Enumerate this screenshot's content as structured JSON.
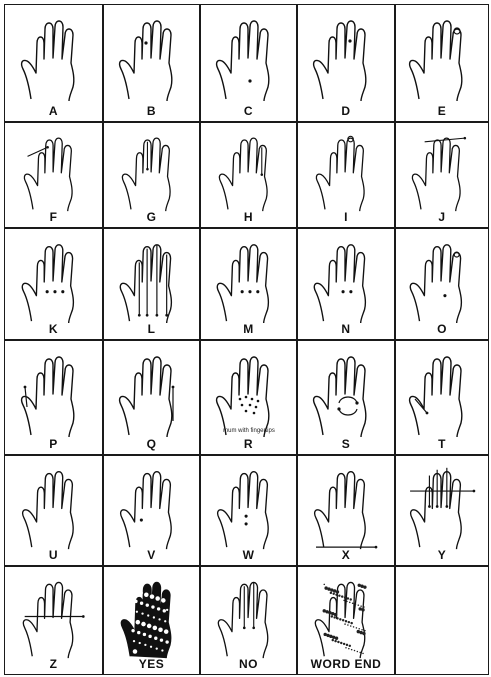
{
  "cells": [
    {
      "label": "A",
      "marks": []
    },
    {
      "label": "B",
      "marks": [
        {
          "t": "dot",
          "pos": "index-mid"
        }
      ]
    },
    {
      "label": "C",
      "marks": [
        {
          "t": "dot",
          "pos": "palm-low"
        }
      ]
    },
    {
      "label": "D",
      "marks": [
        {
          "t": "dot",
          "pos": "middle-mid"
        }
      ]
    },
    {
      "label": "E",
      "marks": [
        {
          "t": "ring",
          "pos": "ring-tip"
        }
      ]
    },
    {
      "label": "F",
      "marks": [
        {
          "t": "arrow",
          "pos": "dash-over-fingers"
        }
      ]
    },
    {
      "label": "G",
      "marks": [
        {
          "t": "arrow",
          "pos": "index-down"
        }
      ]
    },
    {
      "label": "H",
      "marks": [
        {
          "t": "arrow",
          "pos": "ring-down"
        }
      ]
    },
    {
      "label": "I",
      "marks": [
        {
          "t": "ring",
          "pos": "middle-tip"
        }
      ]
    },
    {
      "label": "J",
      "marks": [
        {
          "t": "arrow",
          "pos": "dash-top"
        }
      ]
    },
    {
      "label": "K",
      "marks": [
        {
          "t": "dots3",
          "pos": "palm-row"
        }
      ]
    },
    {
      "label": "L",
      "marks": [
        {
          "t": "arrow",
          "pos": "long-down-all"
        }
      ]
    },
    {
      "label": "M",
      "marks": [
        {
          "t": "dots3",
          "pos": "palm-row"
        }
      ]
    },
    {
      "label": "N",
      "marks": [
        {
          "t": "dots2",
          "pos": "palm-row"
        }
      ]
    },
    {
      "label": "O",
      "marks": [
        {
          "t": "dot",
          "pos": "palm-center"
        },
        {
          "t": "ring",
          "pos": "pinky-tip"
        }
      ]
    },
    {
      "label": "P",
      "marks": [
        {
          "t": "arrow",
          "pos": "thumb-up"
        }
      ]
    },
    {
      "label": "Q",
      "marks": [
        {
          "t": "arrow",
          "pos": "pinky-up"
        }
      ]
    },
    {
      "label": "R",
      "marks": [
        {
          "t": "dots-many",
          "pos": "palm-cluster"
        }
      ],
      "note": "mum with fingertips"
    },
    {
      "label": "S",
      "marks": [
        {
          "t": "circle-arrows",
          "pos": "palm"
        }
      ]
    },
    {
      "label": "T",
      "marks": [
        {
          "t": "arrow",
          "pos": "thumb-base"
        }
      ]
    },
    {
      "label": "U",
      "marks": []
    },
    {
      "label": "V",
      "marks": [
        {
          "t": "dot",
          "pos": "palm-left"
        }
      ]
    },
    {
      "label": "W",
      "marks": [
        {
          "t": "dots2",
          "pos": "palm-vertical"
        }
      ]
    },
    {
      "label": "X",
      "marks": [
        {
          "t": "arrow",
          "pos": "wrist-across"
        }
      ]
    },
    {
      "label": "Y",
      "marks": [
        {
          "t": "arrow",
          "pos": "fingers-across"
        }
      ]
    },
    {
      "label": "Z",
      "marks": [
        {
          "t": "arrow",
          "pos": "fingers-across-low"
        }
      ]
    },
    {
      "label": "YES",
      "marks": [],
      "fill": "solid"
    },
    {
      "label": "NO",
      "marks": [
        {
          "t": "arrow",
          "pos": "down-two"
        }
      ]
    },
    {
      "label": "WORD END",
      "marks": [],
      "fill": "speckled"
    },
    {
      "label": "",
      "marks": [],
      "empty": true
    }
  ]
}
